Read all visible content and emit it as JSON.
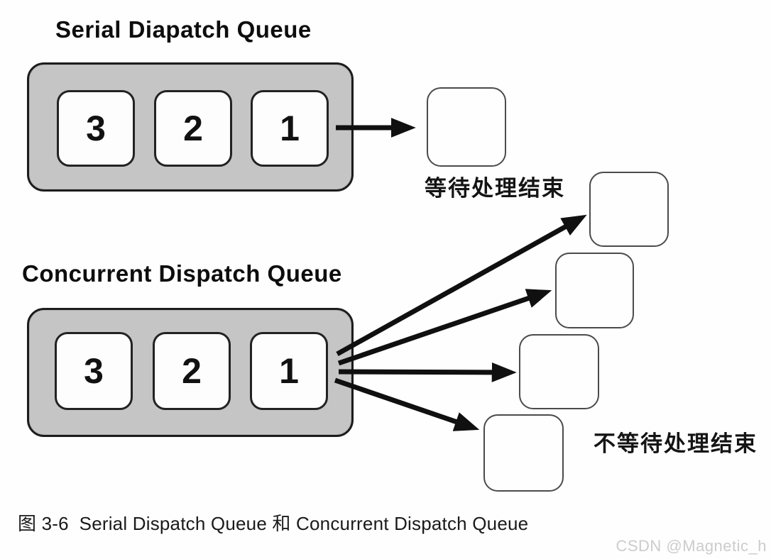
{
  "figure": {
    "caption": "图 3-6  Serial Dispatch Queue 和 Concurrent Dispatch Queue",
    "watermark": "CSDN @Magnetic_h"
  },
  "serial": {
    "title": "Serial Diapatch Queue",
    "tasks": [
      "3",
      "2",
      "1"
    ],
    "result_label": "等待处理结束"
  },
  "concurrent": {
    "title": "Concurrent Dispatch Queue",
    "tasks": [
      "3",
      "2",
      "1"
    ],
    "result_label": "不等待处理结束"
  },
  "colors": {
    "queue_fill": "#c5c5c5",
    "queue_border": "#1c1c1c",
    "task_fill": "#fdfdfd",
    "arrow": "#101010",
    "result_border": "#4b4b4b",
    "watermark_gray": "#cccccc"
  },
  "icons": {
    "arrow_right": "arrow-right"
  }
}
